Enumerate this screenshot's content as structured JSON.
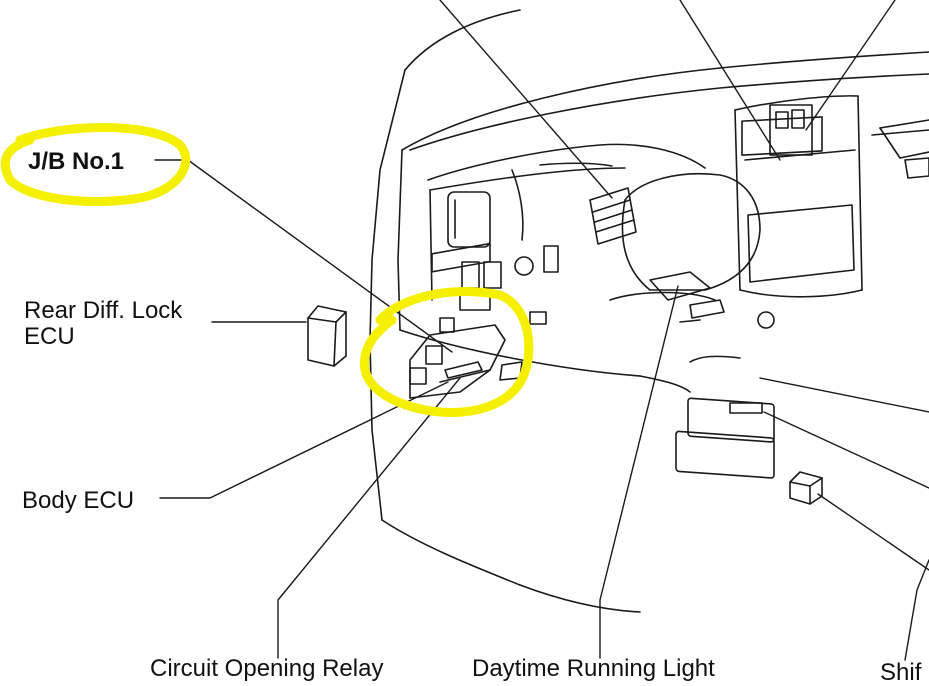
{
  "labels": {
    "jb_no1": "J/B No.1",
    "rear_diff_lock_ecu": "Rear Diff. Lock\nECU",
    "body_ecu": "Body ECU",
    "circuit_opening_relay": "Circuit Opening Relay",
    "daytime_running_light": "Daytime Running Light",
    "shift_partial": "Shif"
  },
  "colors": {
    "highlight": "#f4f000",
    "line": "#1a1a1a",
    "background": "#ffffff"
  }
}
